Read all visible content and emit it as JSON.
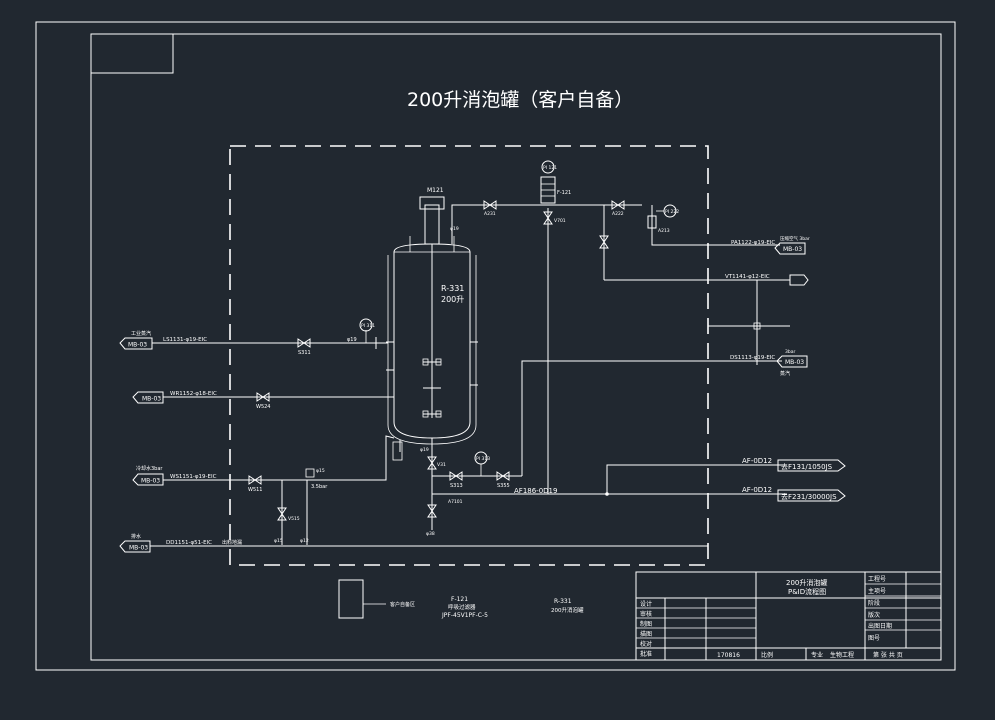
{
  "title": "200升消泡罐（客户自备）",
  "vessel": {
    "tag": "R-331",
    "volume": "200升",
    "motor": "M121"
  },
  "instruments": {
    "pi311": "PI 311",
    "pi121": "PI 121",
    "pi222": "PI 222",
    "pi313": "PI 313",
    "filter": "F-121"
  },
  "valves": {
    "v311": "S311",
    "v324": "W524",
    "v511": "W511",
    "v515": "V515",
    "v313": "S313",
    "v355": "S355",
    "v301": "A7101",
    "v31": "V31",
    "v231": "A231",
    "v222": "A222",
    "v213": "A213",
    "v701": "V701"
  },
  "lines": {
    "steam_label": "LS1131-φ19-EIC",
    "steam_tag": "MB-03",
    "steam_note": "工业蒸汽",
    "water_label": "WR1152-φ18-EIC",
    "water_tag": "MB-03",
    "cool_label": "WS1151-φ19-EIC",
    "cool_tag": "MB-03",
    "cool_note": "冷却水3bar",
    "drain_label": "DD1151-φ51-EIC",
    "drain_tag": "MB-03",
    "drain_note": "排水",
    "drain_end": "出料地漏",
    "air_label": "PA1122-φ19-EIC",
    "air_tag": "MB-03",
    "air_note": "压缩空气 3bar",
    "vent_label": "VT1141-φ12-EIC",
    "steam2_label": "DS1113-φ19-EIC",
    "steam2_tag": "MB-03",
    "steam2_note": "3bar",
    "steam2_sub": "蒸汽",
    "af_main": "AF186-0D19",
    "af1_label": "AF-0D12",
    "af1_dest": "去F131/1050JS",
    "af2_label": "AF-0D12",
    "af2_dest": "去F231/30000JS",
    "l19": "φ19",
    "l12": "φ12",
    "l15": "φ15",
    "l38": "φ38",
    "pressure": "3.5bar"
  },
  "legend": {
    "box_label": "客户自备区",
    "f121_tag": "F-121",
    "f121_name": "呼吸过滤器",
    "f121_model": "JPF-45V1PF-C-5",
    "r331_tag": "R-331",
    "r331_name": "200升消泡罐"
  },
  "title_block": {
    "drawing_title": "200升消泡罐",
    "drawing_sub": "P&ID流程图",
    "rows_left": [
      "设计",
      "审核",
      "制图",
      "描图",
      "校对",
      "批准"
    ],
    "right_labels": [
      "工程号",
      "主项号",
      "阶段",
      "版次",
      "出图日期",
      "图号"
    ],
    "number": "170816",
    "scale": "比例",
    "discipline": "专业",
    "discipline_value": "生物工程",
    "sheet": "第 张 共 页"
  }
}
